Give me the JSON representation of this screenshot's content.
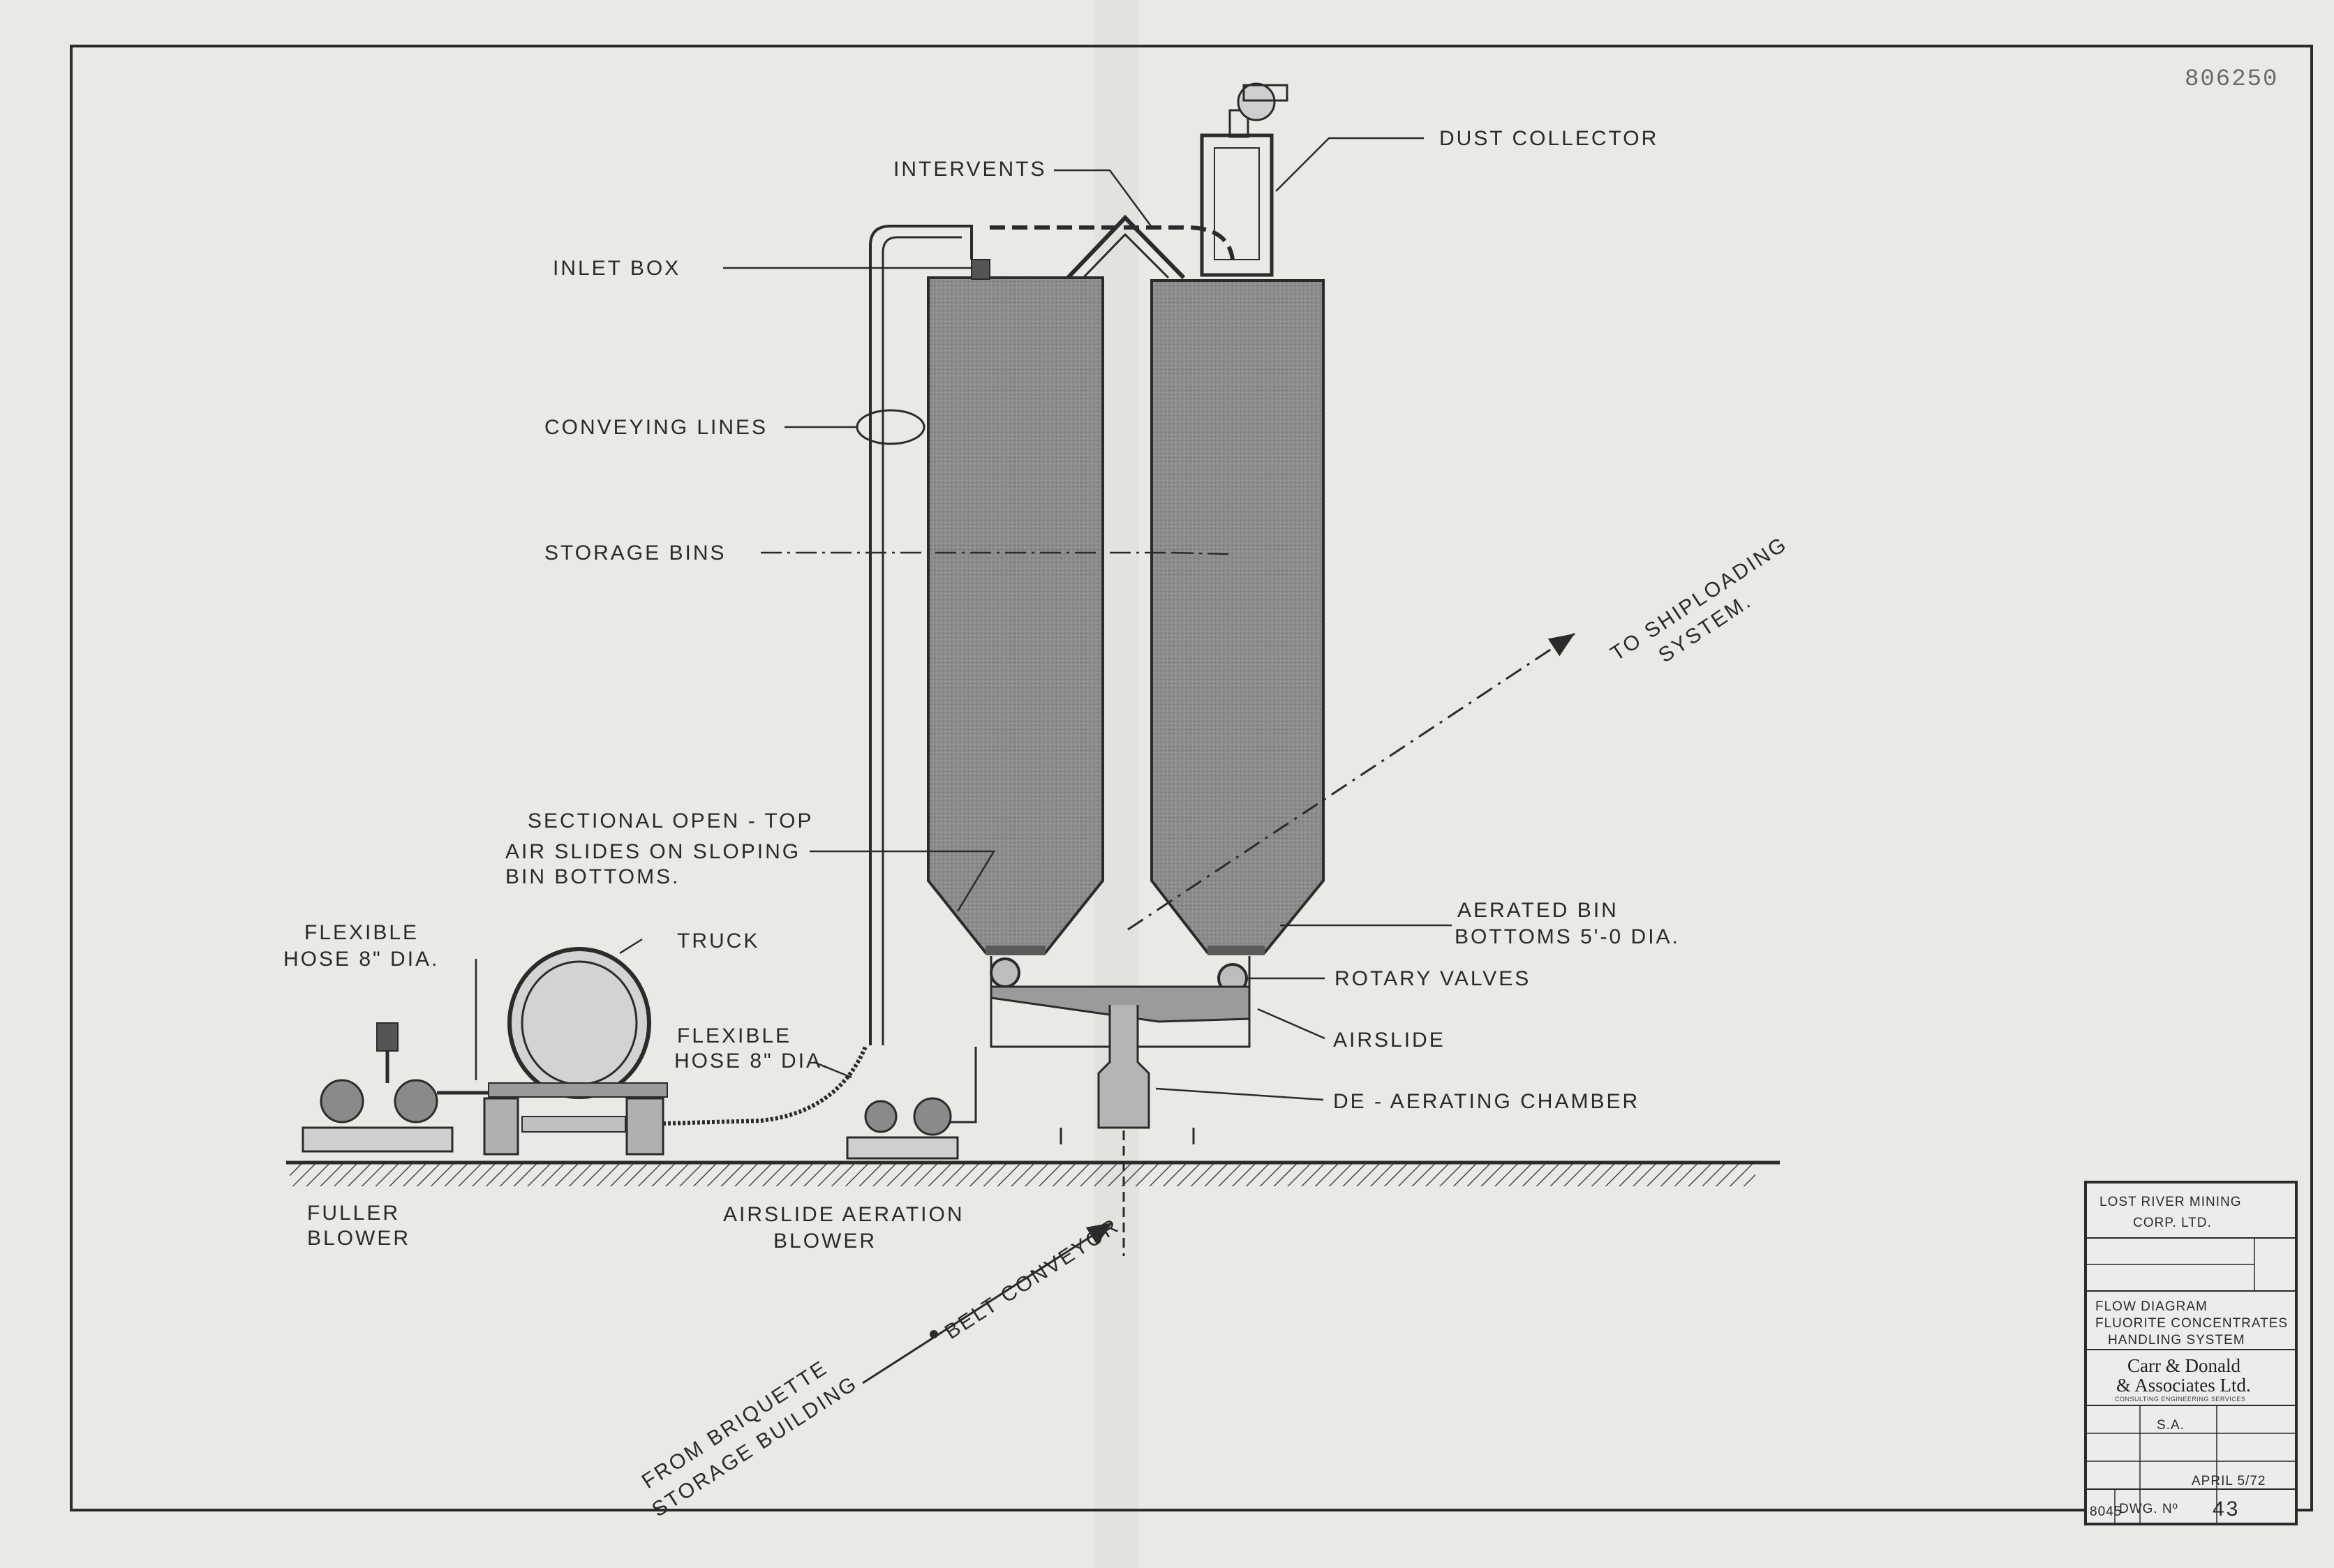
{
  "drawing": {
    "stamp_number": "806250",
    "labels": {
      "dust_collector": "DUST COLLECTOR",
      "intervents": "INTERVENTS",
      "inlet_box": "INLET BOX",
      "conveying_lines": "CONVEYING LINES",
      "storage_bins": "STORAGE BINS",
      "to_shiploading": [
        "TO SHIPLOADING",
        "SYSTEM."
      ],
      "air_slides": [
        "SECTIONAL OPEN - TOP",
        "AIR SLIDES ON SLOPING",
        "BIN BOTTOMS."
      ],
      "aerated_bin": [
        "AERATED BIN",
        "BOTTOMS 5'-0 DIA."
      ],
      "rotary_valves": "ROTARY VALVES",
      "airslide": "AIRSLIDE",
      "de_aerating": "DE - AERATING CHAMBER",
      "truck": "TRUCK",
      "hose_left": [
        "FLEXIBLE",
        "HOSE 8\" DIA."
      ],
      "hose_mid": [
        "FLEXIBLE",
        "HOSE 8\" DIA."
      ],
      "fuller_blower": [
        "FULLER",
        "BLOWER"
      ],
      "aeration_blower": [
        "AIRSLIDE AERATION",
        "BLOWER"
      ],
      "belt_conveyor": "BELT CONVEYOR",
      "from_briquette": [
        "FROM BRIQUETTE",
        "STORAGE BUILDING"
      ]
    }
  },
  "title_block": {
    "client": [
      "LOST RIVER MINING",
      "CORP. LTD."
    ],
    "title": [
      "FLOW DIAGRAM",
      "FLUORITE CONCENTRATES",
      "HANDLING SYSTEM"
    ],
    "firm": [
      "Carr & Donald",
      "& Associates Ltd."
    ],
    "firm_sub": "CONSULTING ENGINEERING SERVICES",
    "drawn_by": "S.A.",
    "date": "APRIL 5/72",
    "job_no": "8045",
    "dwg_no_label": "DWG. Nº",
    "dwg_no": "43"
  },
  "colors": {
    "paper": "#e9e9e6",
    "ink": "#2b2b2b",
    "bin_fill": "#8a8a8a"
  }
}
